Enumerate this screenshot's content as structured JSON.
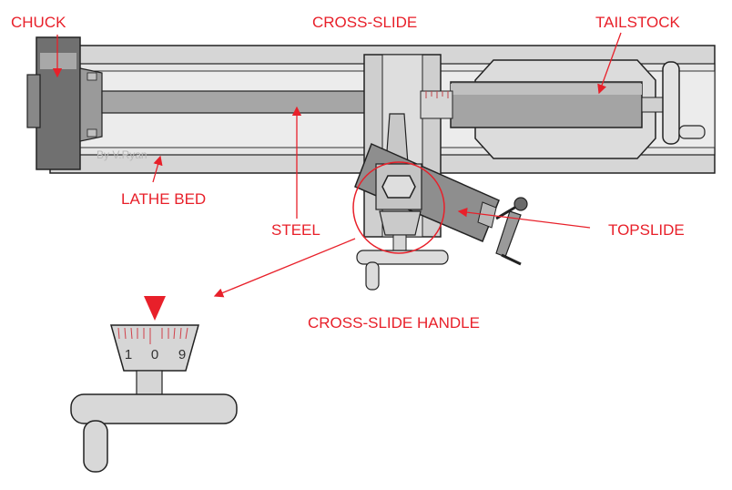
{
  "labels": {
    "chuck": "CHUCK",
    "cross_slide": "CROSS-SLIDE",
    "tailstock": "TAILSTOCK",
    "lathe_bed": "LATHE BED",
    "steel": "STEEL",
    "topslide": "TOPSLIDE",
    "cross_slide_handle": "CROSS-SLIDE HANDLE"
  },
  "credit": "By V.Ryan",
  "dial": {
    "left_digit": "1",
    "center_digit": "0",
    "right_digit": "9"
  },
  "colors": {
    "label_red": "#e8202a",
    "outline": "#222222",
    "metal_light": "#dcdcdc",
    "metal_mid": "#b8b8b8",
    "metal_dark": "#6e6e6e"
  }
}
